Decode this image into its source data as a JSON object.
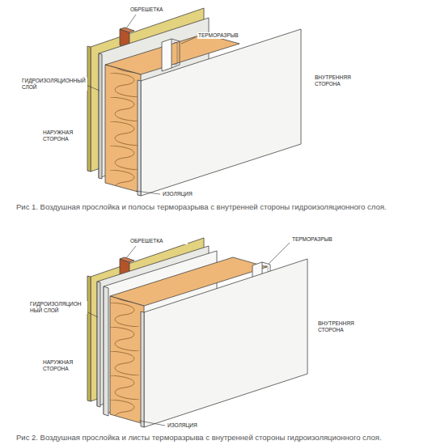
{
  "diagram": {
    "labels": [
      "ОБРЕШЕТКА",
      "ТЕРМОРАЗРЫВ",
      "ГИДРОИЗОЛЯЦИОННЫЙ СЛОЙ",
      "НАРУЖНАЯ СТОРОНА",
      "ВНУТРЕННЯЯ СТОРОНА",
      "ИЗОЛЯЦИЯ",
      "Рис 1. Воздушная прослойка и полосы терморазрыва с внутренней стороны гидроизоляционного слоя.",
      "ОБРЕШЕТКА",
      "ТЕРМОРАЗРЫВ",
      "ГИДРОИЗОЛЯЦИОН НЫЙ СЛОЙ",
      "НАРУЖНАЯ СТОРОНА",
      "ВНУТРЕННЯЯ СТОРОНА",
      "ИЗОЛЯЦИЯ",
      "Рис 2. Воздушная прослойка и листы терморазрыва с внутренней стороны гидроизоляционного слоя."
    ]
  }
}
